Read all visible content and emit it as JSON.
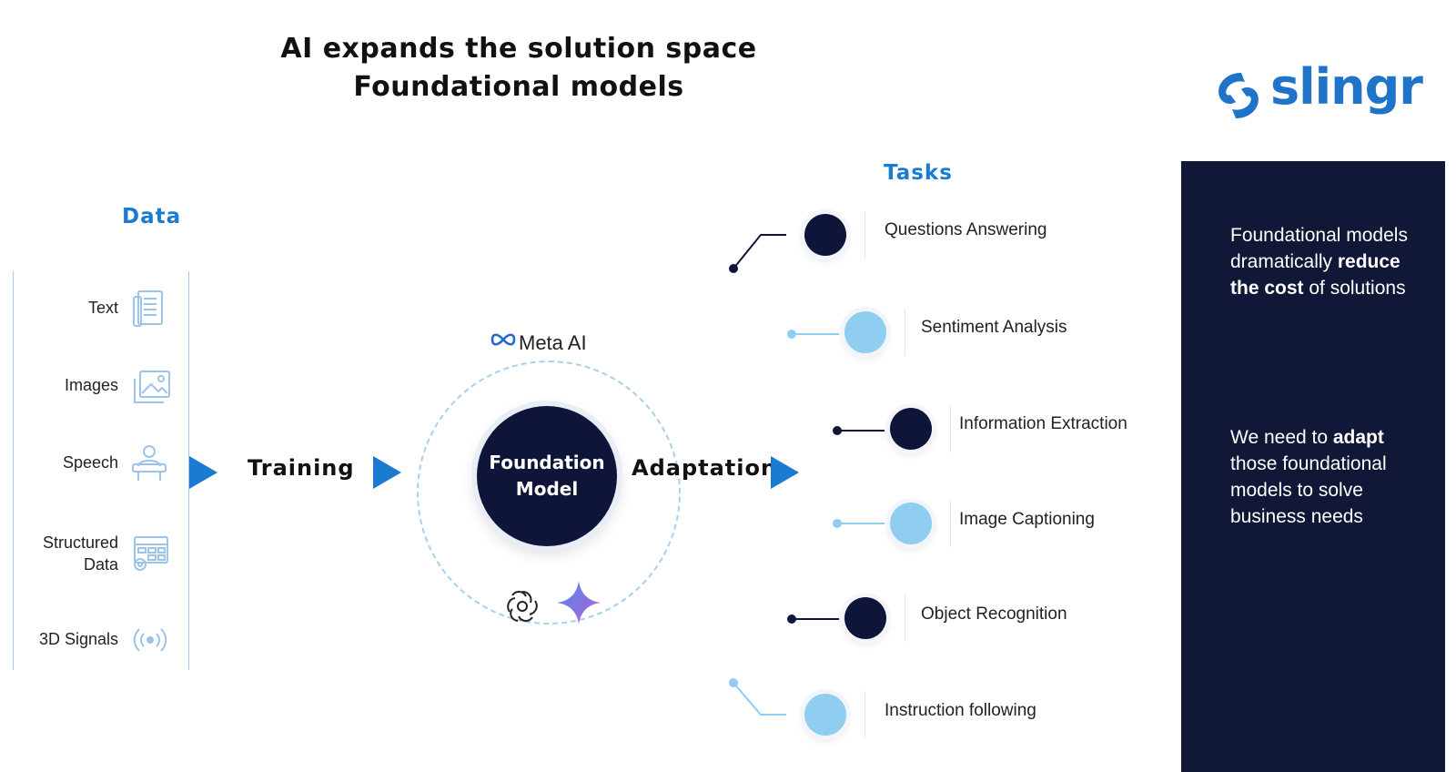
{
  "header": {
    "title_line1": "AI expands the solution space",
    "title_line2": "Foundational models"
  },
  "logo": {
    "name": "slingr",
    "color": "#1f73c8"
  },
  "data_section": {
    "heading": "Data",
    "items": [
      {
        "label": "Text",
        "icon": "document-icon"
      },
      {
        "label": "Images",
        "icon": "image-icon"
      },
      {
        "label": "Speech",
        "icon": "speaker-person-icon"
      },
      {
        "label": "Structured Data",
        "icon": "table-gear-icon"
      },
      {
        "label": "3D Signals",
        "icon": "signal-waves-icon"
      }
    ]
  },
  "flow": {
    "training_label": "Training",
    "core_line1": "Foundation",
    "core_line2": "Model",
    "adaptation_label": "Adaptation",
    "meta_label": "Meta AI"
  },
  "tasks_section": {
    "heading": "Tasks",
    "items": [
      {
        "label": "Questions Answering",
        "tone": "dark"
      },
      {
        "label": "Sentiment Analysis",
        "tone": "light"
      },
      {
        "label": "Information Extraction",
        "tone": "dark"
      },
      {
        "label": "Image Captioning",
        "tone": "light"
      },
      {
        "label": "Object Recognition",
        "tone": "dark"
      },
      {
        "label": "Instruction following",
        "tone": "light"
      }
    ]
  },
  "side_panel": {
    "p1_pre": "Foundational models dramatically ",
    "p1_bold": "reduce the cost",
    "p1_post": " of solutions",
    "p2_pre": "We need to ",
    "p2_bold": "adapt",
    "p2_post": " those foundational models to solve business needs"
  },
  "colors": {
    "accent": "#1a7bd0",
    "navy": "#0f1538",
    "light_blue": "#8fcdf1",
    "panel": "#111736"
  }
}
